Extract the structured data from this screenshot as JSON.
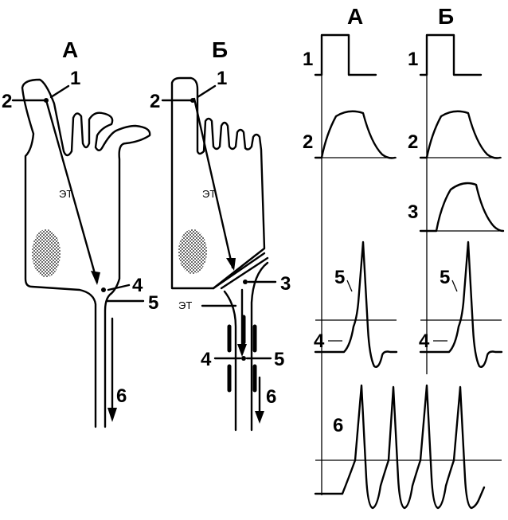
{
  "panel_a": {
    "title": "А",
    "labels": [
      "1",
      "2",
      "4",
      "5",
      "6"
    ],
    "et_label": "ЭТ"
  },
  "panel_b": {
    "title": "Б",
    "labels": [
      "1",
      "2",
      "3",
      "4",
      "5",
      "6"
    ],
    "et_label": "ЭТ",
    "et_label_axon": "ЭТ"
  },
  "traces": {
    "col_a_title": "А",
    "col_b_title": "Б",
    "row_labels": {
      "r1a": "1",
      "r1b": "1",
      "r2a": "2",
      "r2b": "2",
      "r3b": "3",
      "r5a": "5",
      "r5b": "5",
      "r4a": "4",
      "r4b": "4",
      "r6": "6"
    }
  }
}
